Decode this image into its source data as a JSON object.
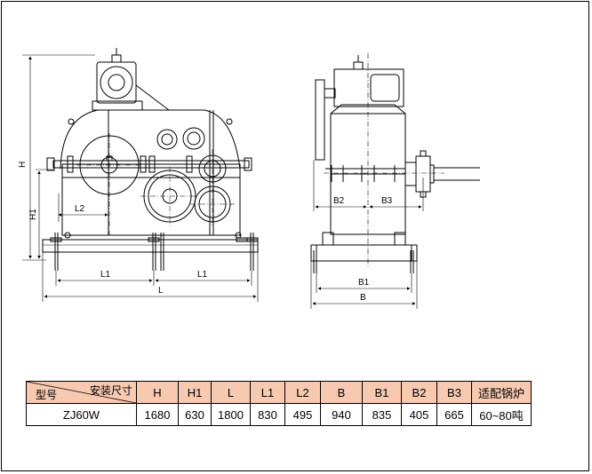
{
  "dimension_labels": {
    "H": "H",
    "H1": "H1",
    "L": "L",
    "L1_left": "L1",
    "L1_right": "L1",
    "L2": "L2",
    "B": "B",
    "B1": "B1",
    "B2": "B2",
    "B3": "B3"
  },
  "table": {
    "corner_top": "安装尺寸",
    "corner_bottom": "型号",
    "columns": [
      "H",
      "H1",
      "L",
      "L1",
      "L2",
      "B",
      "B1",
      "B2",
      "B3",
      "适配锅炉"
    ],
    "rows": [
      {
        "model": "ZJ60W",
        "values": [
          "1680",
          "630",
          "1800",
          "830",
          "495",
          "940",
          "835",
          "405",
          "665",
          "60~80吨"
        ]
      }
    ]
  }
}
